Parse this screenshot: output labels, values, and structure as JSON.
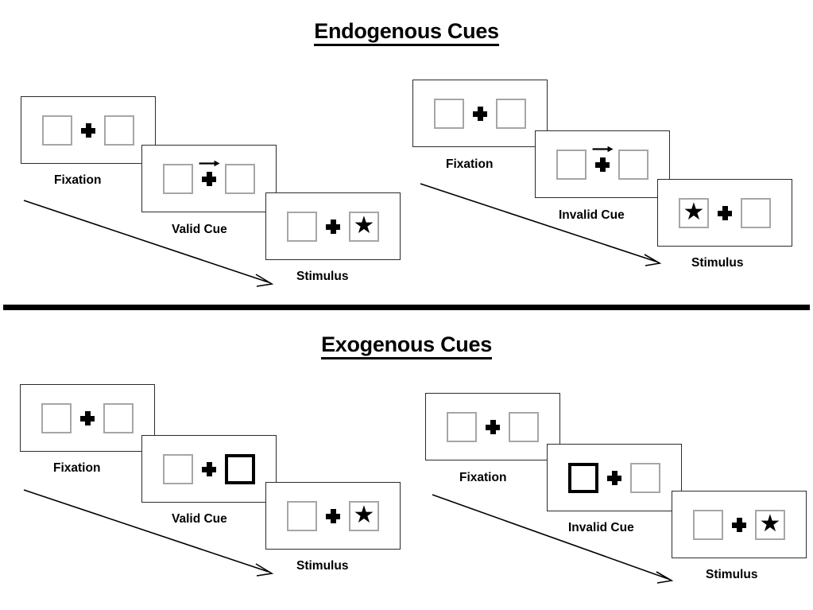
{
  "figure": {
    "title_top": "Endogenous Cues",
    "title_bottom": "Exogenous Cues",
    "colors": {
      "frame_border": "#2b2b2b",
      "placeholder_border": "#a6a6a6",
      "cued_placeholder_border": "#000000",
      "ink": "#000000",
      "background": "#ffffff"
    }
  },
  "sections": [
    {
      "id": "endogenous",
      "title": "Endogenous Cues",
      "groups": [
        {
          "id": "endogenous-valid",
          "panels": [
            {
              "label": "Fixation",
              "left_box": {
                "cued": false,
                "star": false
              },
              "right_box": {
                "cued": false,
                "star": false
              },
              "arrow_cue": "none"
            },
            {
              "label": "Valid Cue",
              "left_box": {
                "cued": false,
                "star": false
              },
              "right_box": {
                "cued": false,
                "star": false
              },
              "arrow_cue": "right"
            },
            {
              "label": "Stimulus",
              "left_box": {
                "cued": false,
                "star": false
              },
              "right_box": {
                "cued": false,
                "star": true
              },
              "arrow_cue": "none"
            }
          ]
        },
        {
          "id": "endogenous-invalid",
          "panels": [
            {
              "label": "Fixation",
              "left_box": {
                "cued": false,
                "star": false
              },
              "right_box": {
                "cued": false,
                "star": false
              },
              "arrow_cue": "none"
            },
            {
              "label": "Invalid Cue",
              "left_box": {
                "cued": false,
                "star": false
              },
              "right_box": {
                "cued": false,
                "star": false
              },
              "arrow_cue": "right"
            },
            {
              "label": "Stimulus",
              "left_box": {
                "cued": false,
                "star": true
              },
              "right_box": {
                "cued": false,
                "star": false
              },
              "arrow_cue": "none"
            }
          ]
        }
      ]
    },
    {
      "id": "exogenous",
      "title": "Exogenous Cues",
      "groups": [
        {
          "id": "exogenous-valid",
          "panels": [
            {
              "label": "Fixation",
              "left_box": {
                "cued": false,
                "star": false
              },
              "right_box": {
                "cued": false,
                "star": false
              },
              "arrow_cue": "none"
            },
            {
              "label": "Valid Cue",
              "left_box": {
                "cued": false,
                "star": false
              },
              "right_box": {
                "cued": true,
                "star": false
              },
              "arrow_cue": "none"
            },
            {
              "label": "Stimulus",
              "left_box": {
                "cued": false,
                "star": false
              },
              "right_box": {
                "cued": false,
                "star": true
              },
              "arrow_cue": "none"
            }
          ]
        },
        {
          "id": "exogenous-invalid",
          "panels": [
            {
              "label": "Fixation",
              "left_box": {
                "cued": false,
                "star": false
              },
              "right_box": {
                "cued": false,
                "star": false
              },
              "arrow_cue": "none"
            },
            {
              "label": "Invalid Cue",
              "left_box": {
                "cued": true,
                "star": false
              },
              "right_box": {
                "cued": false,
                "star": false
              },
              "arrow_cue": "none"
            },
            {
              "label": "Stimulus",
              "left_box": {
                "cued": false,
                "star": false
              },
              "right_box": {
                "cued": false,
                "star": true
              },
              "arrow_cue": "none"
            }
          ]
        }
      ]
    }
  ],
  "glyphs": {
    "star": "★",
    "fixation_cross": "plus-cross",
    "cue_arrow": "arrow-right",
    "flow_arrow": "arrow-down-right"
  }
}
